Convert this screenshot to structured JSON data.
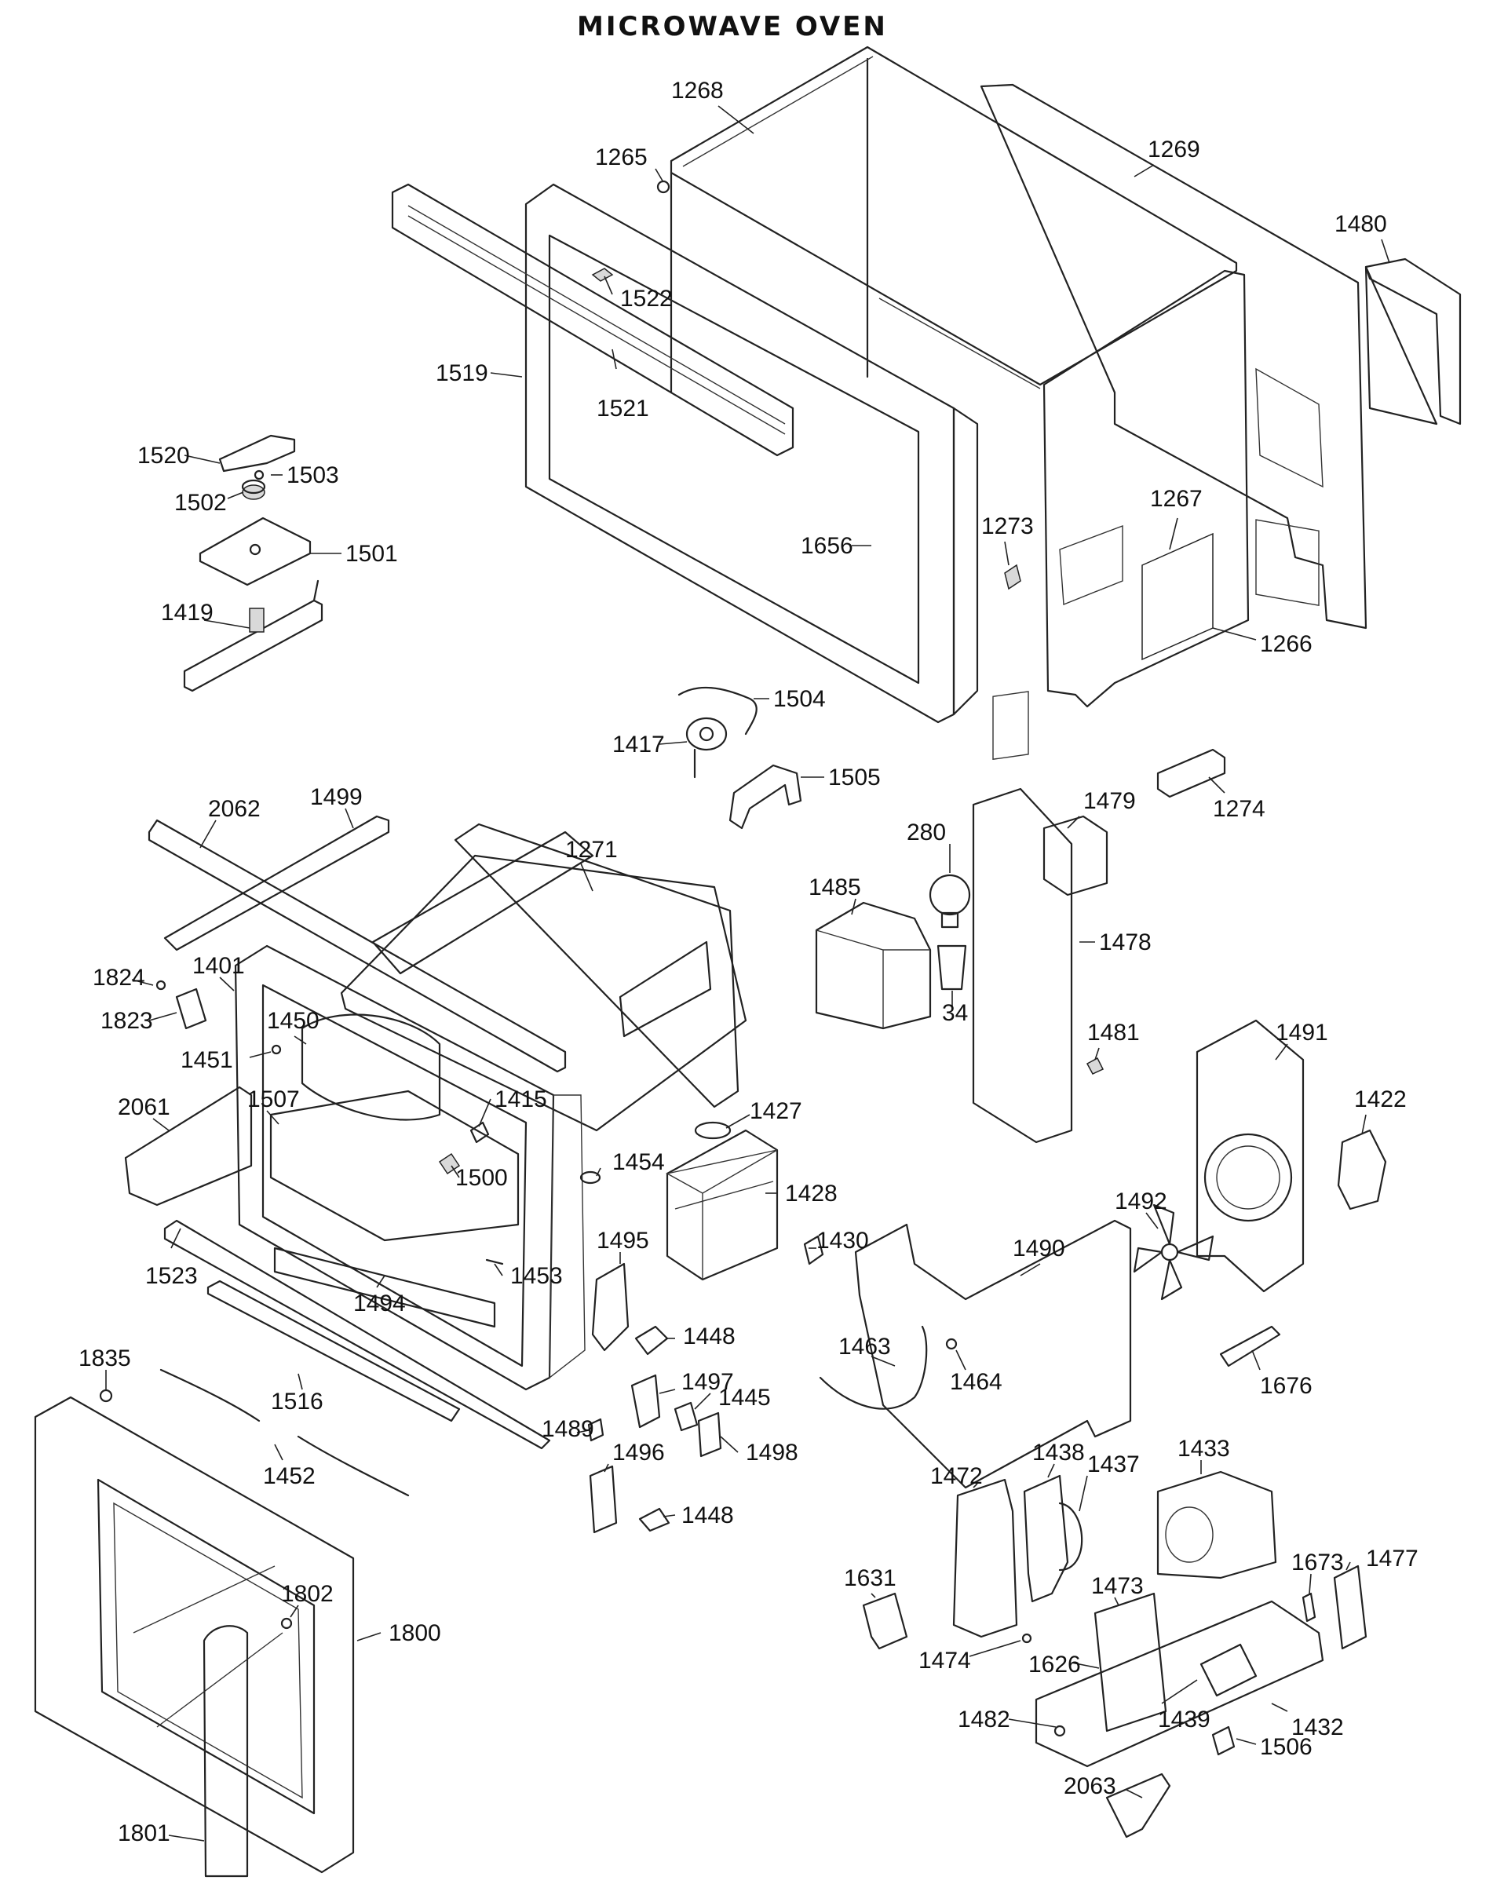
{
  "title": "MICROWAVE OVEN",
  "labels": {
    "p1268": "1268",
    "p1265": "1265",
    "p1269": "1269",
    "p1480": "1480",
    "p1522": "1522",
    "p1519": "1519",
    "p1521": "1521",
    "p1520": "1520",
    "p1503": "1503",
    "p1502": "1502",
    "p1501": "1501",
    "p1419": "1419",
    "p1656": "1656",
    "p1273": "1273",
    "p1267": "1267",
    "p1266": "1266",
    "p1504": "1504",
    "p1417": "1417",
    "p1505": "1505",
    "p1274": "1274",
    "p2062": "2062",
    "p1499": "1499",
    "p1271": "1271",
    "p1479": "1479",
    "p280": "280",
    "p1485": "1485",
    "p1478": "1478",
    "p34": "34",
    "p1824": "1824",
    "p1401": "1401",
    "p1823": "1823",
    "p1450": "1450",
    "p1451": "1451",
    "p1481": "1481",
    "p1491": "1491",
    "p2061": "2061",
    "p1507": "1507",
    "p1415": "1415",
    "p1427": "1427",
    "p1422": "1422",
    "p1454": "1454",
    "p1500": "1500",
    "p1428": "1428",
    "p1492": "1492",
    "p1523": "1523",
    "p1430": "1430",
    "p1490": "1490",
    "p1495": "1495",
    "p1453": "1453",
    "p1494": "1494",
    "p1448a": "1448",
    "p1463": "1463",
    "p1464": "1464",
    "p1835": "1835",
    "p1516": "1516",
    "p1497": "1497",
    "p1445": "1445",
    "p1676": "1676",
    "p1489": "1489",
    "p1498": "1498",
    "p1452": "1452",
    "p1438": "1438",
    "p1433": "1433",
    "p1472": "1472",
    "p1437": "1437",
    "p1496": "1496",
    "p1448b": "1448",
    "p1673": "1673",
    "p1477": "1477",
    "p1631": "1631",
    "p1473": "1473",
    "p1802": "1802",
    "p1800": "1800",
    "p1474": "1474",
    "p1626": "1626",
    "p1482": "1482",
    "p1439": "1439",
    "p1432": "1432",
    "p1801": "1801",
    "p1506": "1506",
    "p2063": "2063"
  }
}
